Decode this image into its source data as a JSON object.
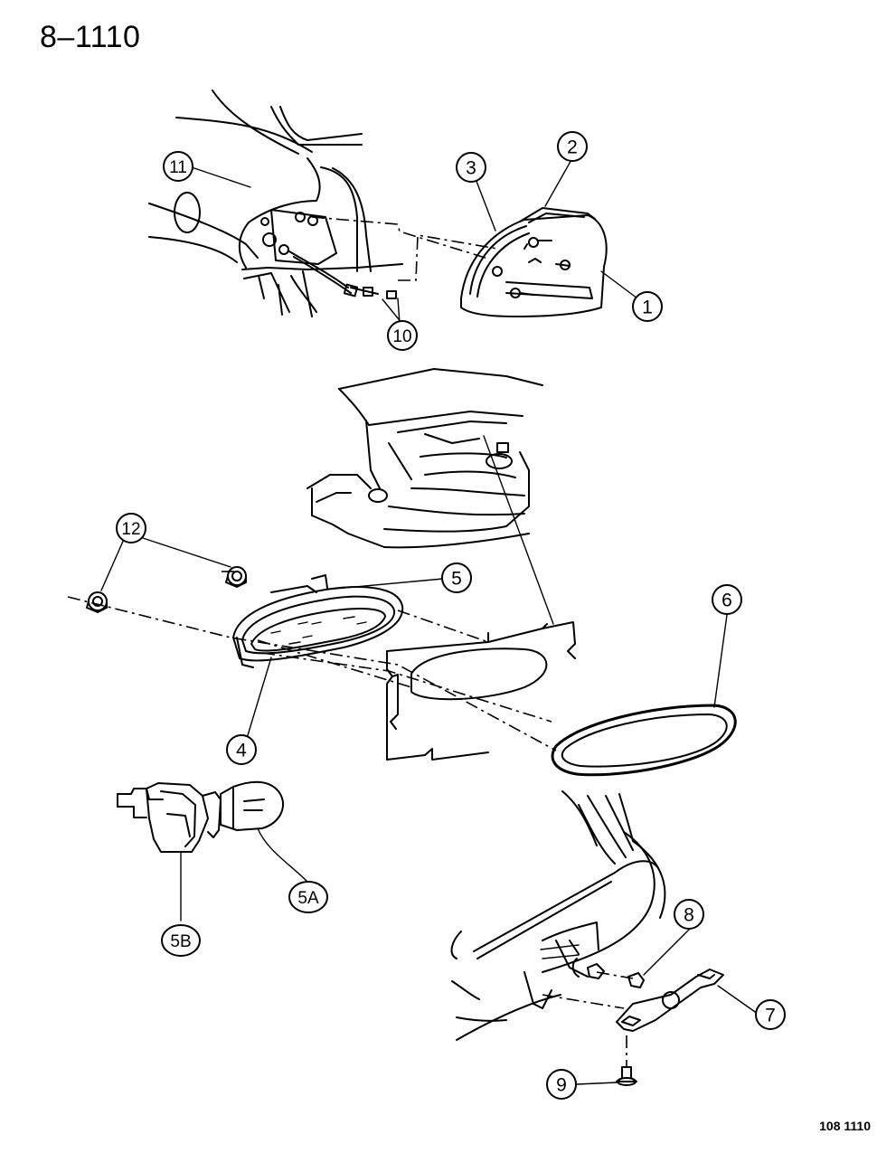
{
  "header": {
    "title": "8–1110"
  },
  "footer": {
    "code": "108 1110"
  },
  "callouts": {
    "c1": "1",
    "c2": "2",
    "c3": "3",
    "c4": "4",
    "c5": "5",
    "c5a": "5A",
    "c5b": "5B",
    "c6": "6",
    "c7": "7",
    "c8": "8",
    "c9": "9",
    "c10": "10",
    "c11": "11",
    "c12": "12"
  }
}
